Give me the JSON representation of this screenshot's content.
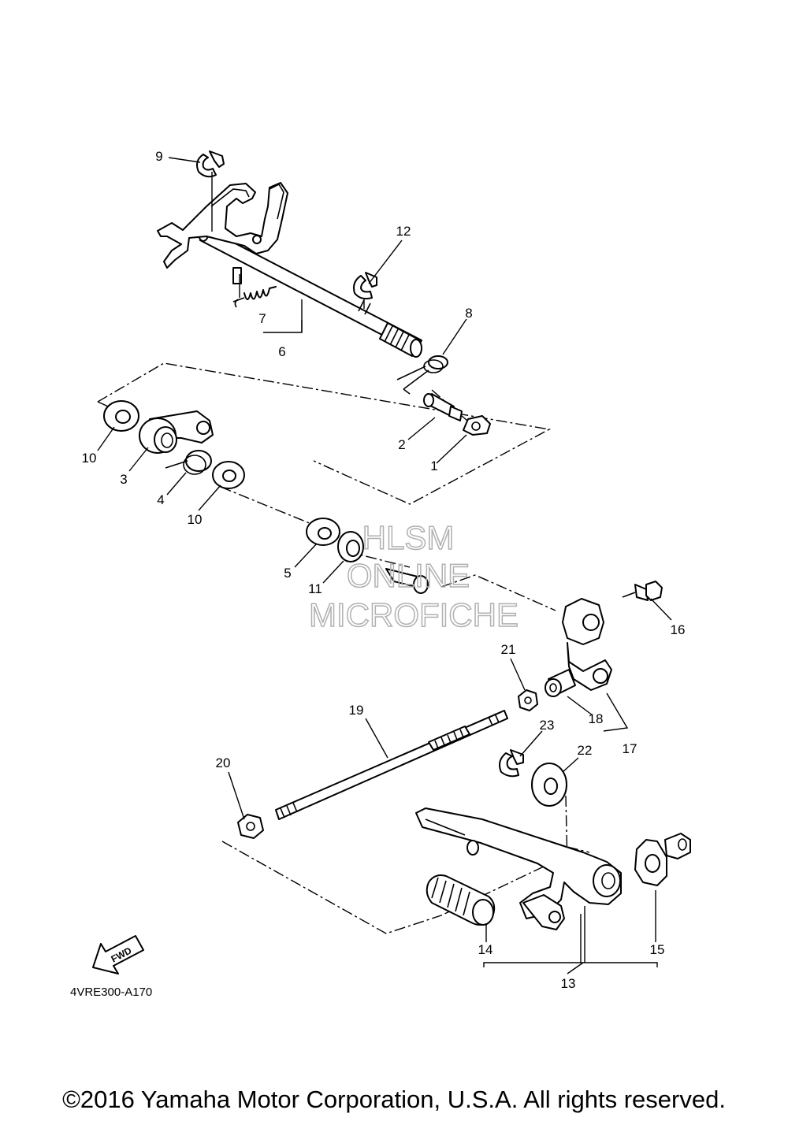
{
  "diagram_code": "4VRE300-A170",
  "fwd_label": "FWD",
  "watermark": {
    "line1": "HLSM",
    "line2": "ONLINE",
    "line3": "MICROFICHE"
  },
  "copyright": "©2016 Yamaha Motor Corporation, U.S.A. All rights reserved.",
  "callouts": {
    "c1": "1",
    "c2": "2",
    "c3": "3",
    "c4": "4",
    "c5": "5",
    "c6": "6",
    "c7": "7",
    "c8": "8",
    "c9": "9",
    "c10a": "10",
    "c10b": "10",
    "c11": "11",
    "c12": "12",
    "c13": "13",
    "c14": "14",
    "c15": "15",
    "c16": "16",
    "c17": "17",
    "c18": "18",
    "c19": "19",
    "c20": "20",
    "c21": "21",
    "c22": "22",
    "c23": "23"
  }
}
